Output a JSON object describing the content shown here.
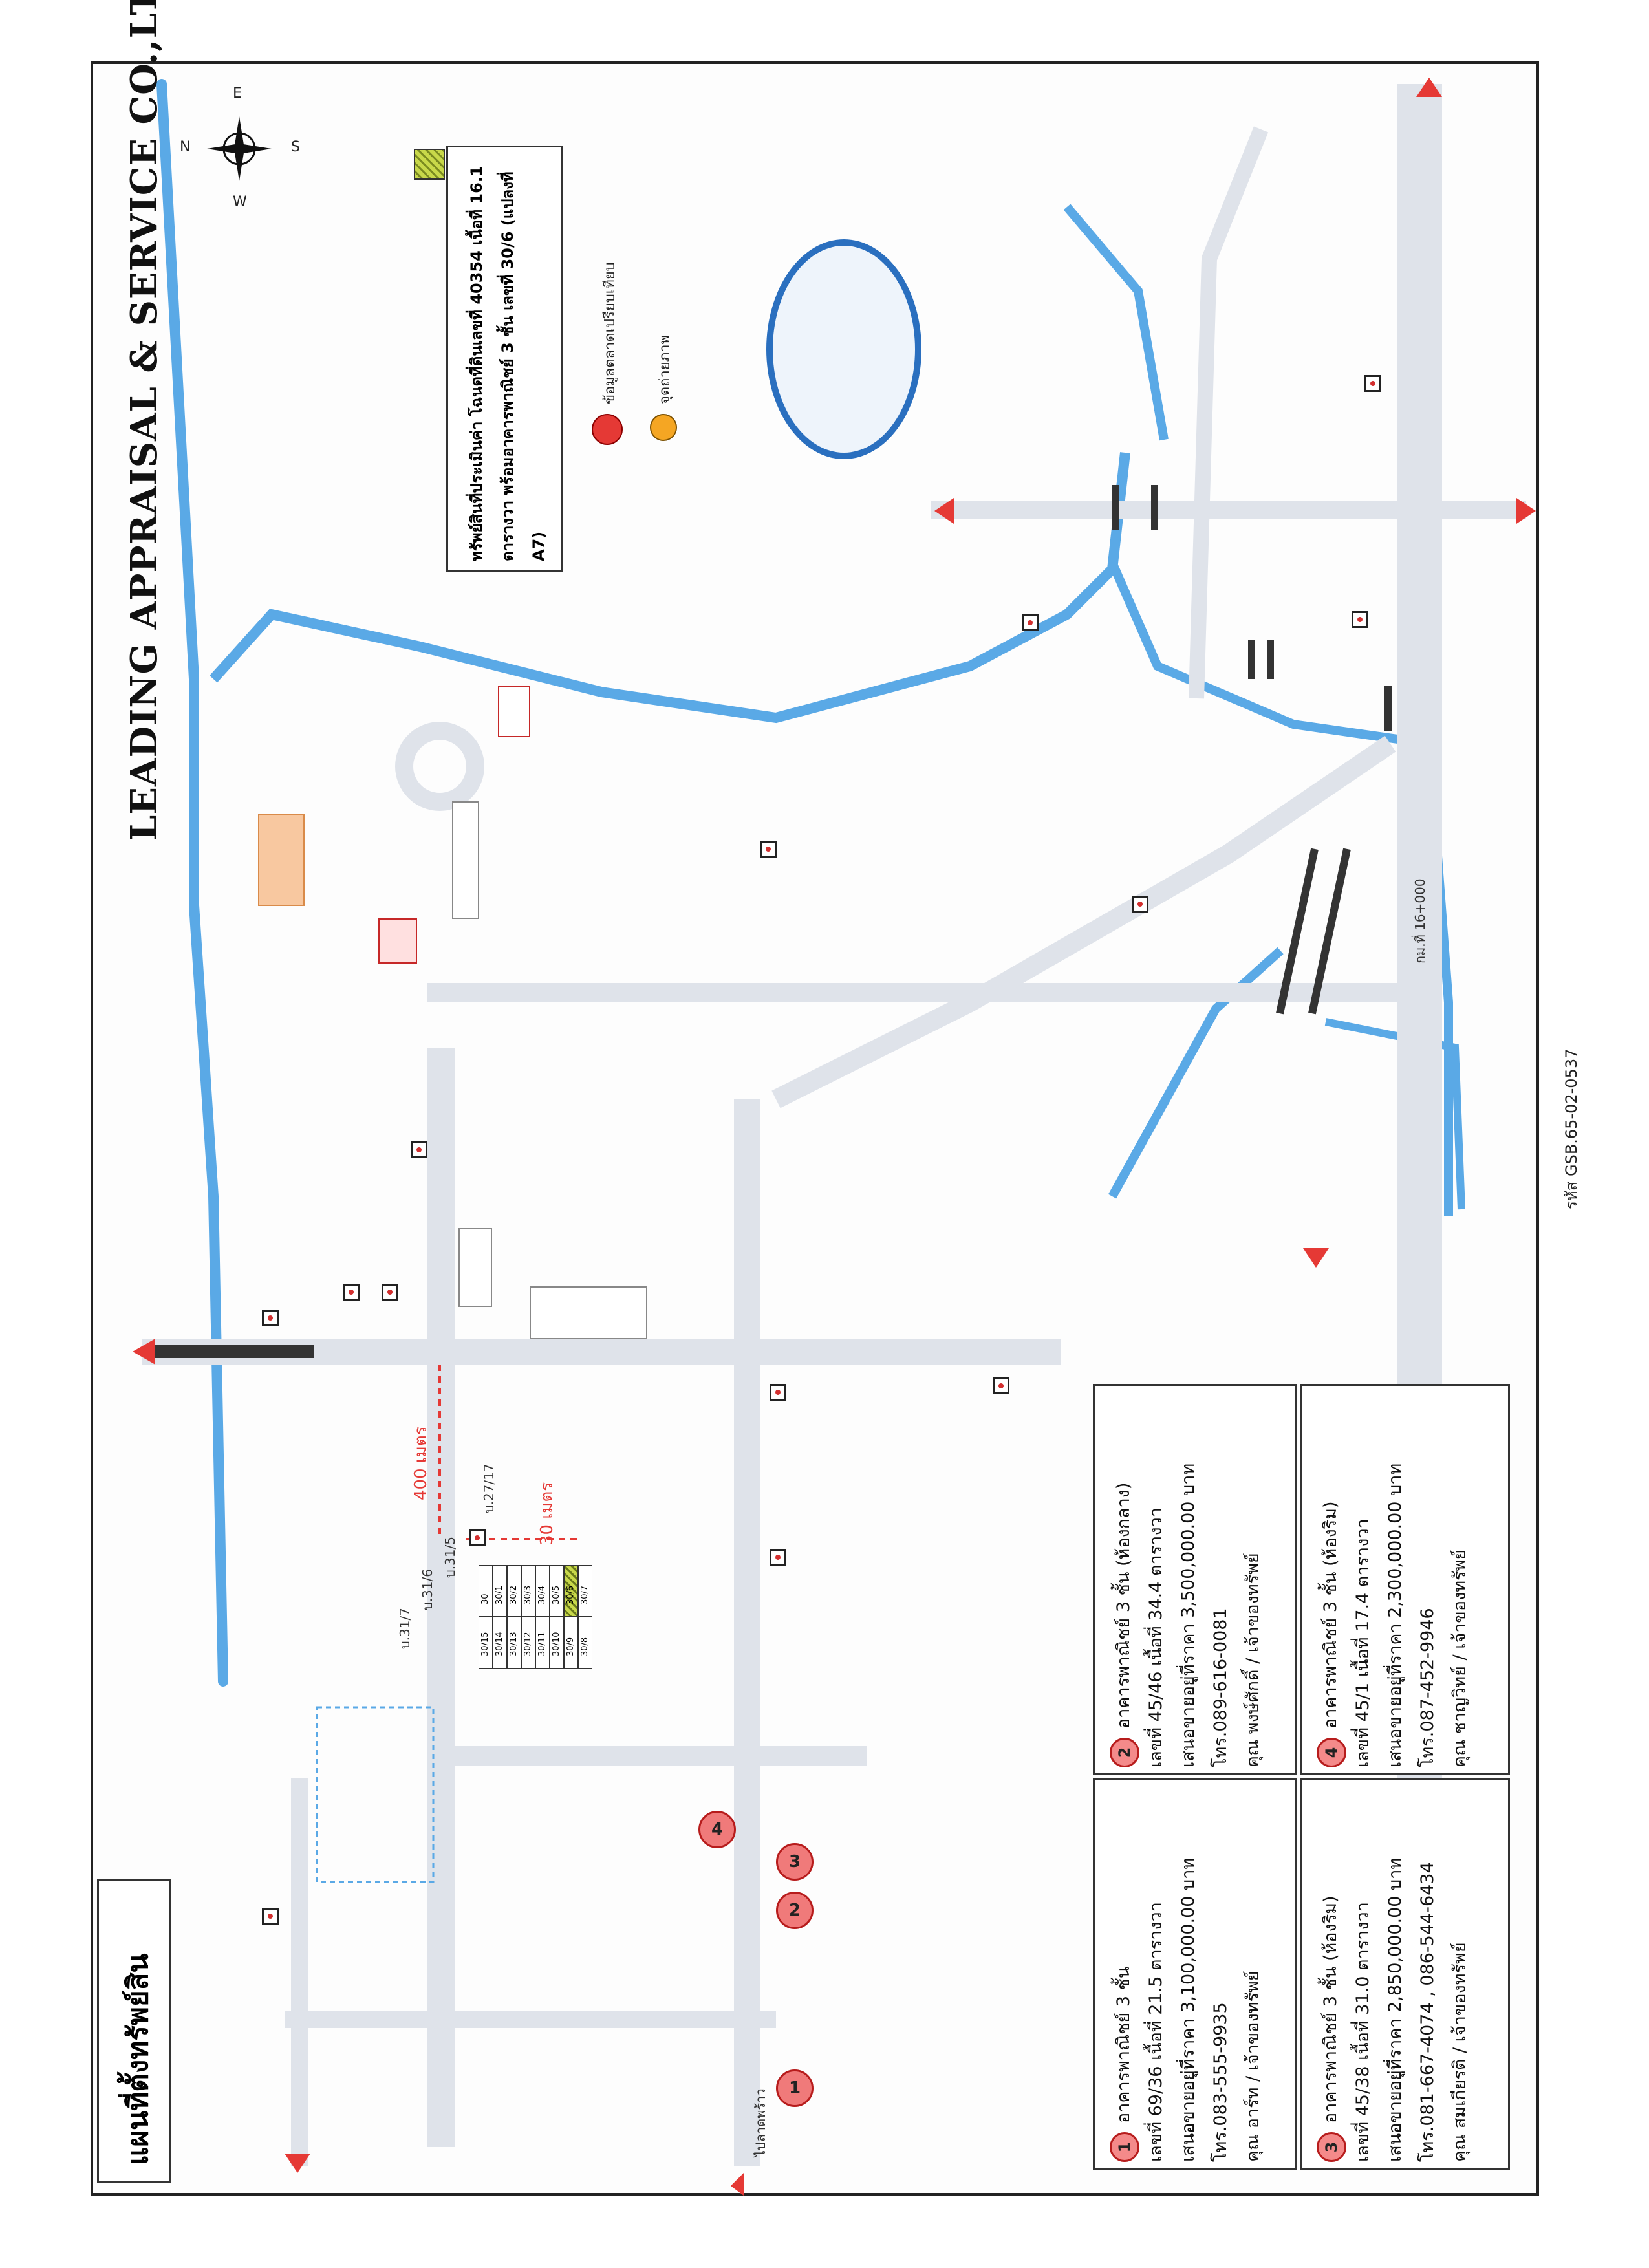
{
  "header": {
    "company_name": "LEADING APPRAISAL & SERVICE CO.,LTD.",
    "document_code": "รหัส GSB.65-02-0537",
    "map_title": "แผนที่ตั้งทรัพย์สิน"
  },
  "compass": {
    "north": "N",
    "south": "S",
    "east": "E",
    "west": "W"
  },
  "legend": {
    "subject_property": "ทรัพย์สินที่ประเมินค่า โฉนดที่ดินเลขที่ 40354 เนื้อที่ 16.1 ตารางวา พร้อมอาคารพาณิชย์ 3 ชั้น เลขที่ 30/6 (แปลงที่ A7)",
    "comparable_data": "ข้อมูลตลาดเปรียบเทียบ",
    "photo_point": "จุดถ่ายภาพ"
  },
  "colors": {
    "road": "#dfe3ea",
    "river": "#5aa9e6",
    "marker": "#f07a7a",
    "highway_bar": "#333333",
    "subject": "#c8d84a"
  },
  "distances": {
    "main_road": "400 เมตร",
    "side_road": "30 เมตร"
  },
  "map_labels": {
    "to_lat_phrao": "ไปลาดพร้าว",
    "km_marker": "กม.ที่ 16+000",
    "house_no_a": "บ.27/17",
    "house_no_b": "บ.31/7",
    "house_no_c": "บ.31/6",
    "house_no_d": "บ.31/5"
  },
  "plots": {
    "left_column": [
      "30/15",
      "30/14",
      "30/13",
      "30/12",
      "30/11",
      "30/10",
      "30/9",
      "30/8"
    ],
    "right_column": [
      "30",
      "30/1",
      "30/2",
      "30/3",
      "30/4",
      "30/5",
      "30/6",
      "30/7"
    ],
    "subject_plot": "30/6"
  },
  "market_data": [
    {
      "id": "1",
      "line1": "อาคารพาณิชย์ 3 ชั้น",
      "line2": "เลขที่ 69/36 เนื้อที่ 21.5 ตารางวา",
      "line3": "เสนอขายอยู่ที่ราคา 3,100,000.00 บาท",
      "line4": "โทร.083-555-9935",
      "line5": "คุณ อาร์ท / เจ้าของทรัพย์"
    },
    {
      "id": "2",
      "line1": "อาคารพาณิชย์ 3 ชั้น (ห้องกลาง)",
      "line2": "เลขที่ 45/46 เนื้อที่ 34.4 ตารางวา",
      "line3": "เสนอขายอยู่ที่ราคา 3,500,000.00 บาท",
      "line4": "โทร.089-616-0081",
      "line5": "คุณ พงษ์ศักดิ์ / เจ้าของทรัพย์"
    },
    {
      "id": "3",
      "line1": "อาคารพาณิชย์ 3 ชั้น (ห้องริม)",
      "line2": "เลขที่ 45/38 เนื้อที่ 31.0 ตารางวา",
      "line3": "เสนอขายอยู่ที่ราคา 2,850,000.00 บาท",
      "line4": "โทร.081-667-4074 , 086-544-6434",
      "line5": "คุณ สมเกียรติ / เจ้าของทรัพย์"
    },
    {
      "id": "4",
      "line1": "อาคารพาณิชย์ 3 ชั้น (ห้องริม)",
      "line2": "เลขที่ 45/1 เนื้อที่ 17.4 ตารางวา",
      "line3": "เสนอขายอยู่ที่ราคา 2,300,000.00 บาท",
      "line4": "โทร.087-452-9946",
      "line5": "คุณ ชาญวิทย์ / เจ้าของทรัพย์"
    }
  ]
}
